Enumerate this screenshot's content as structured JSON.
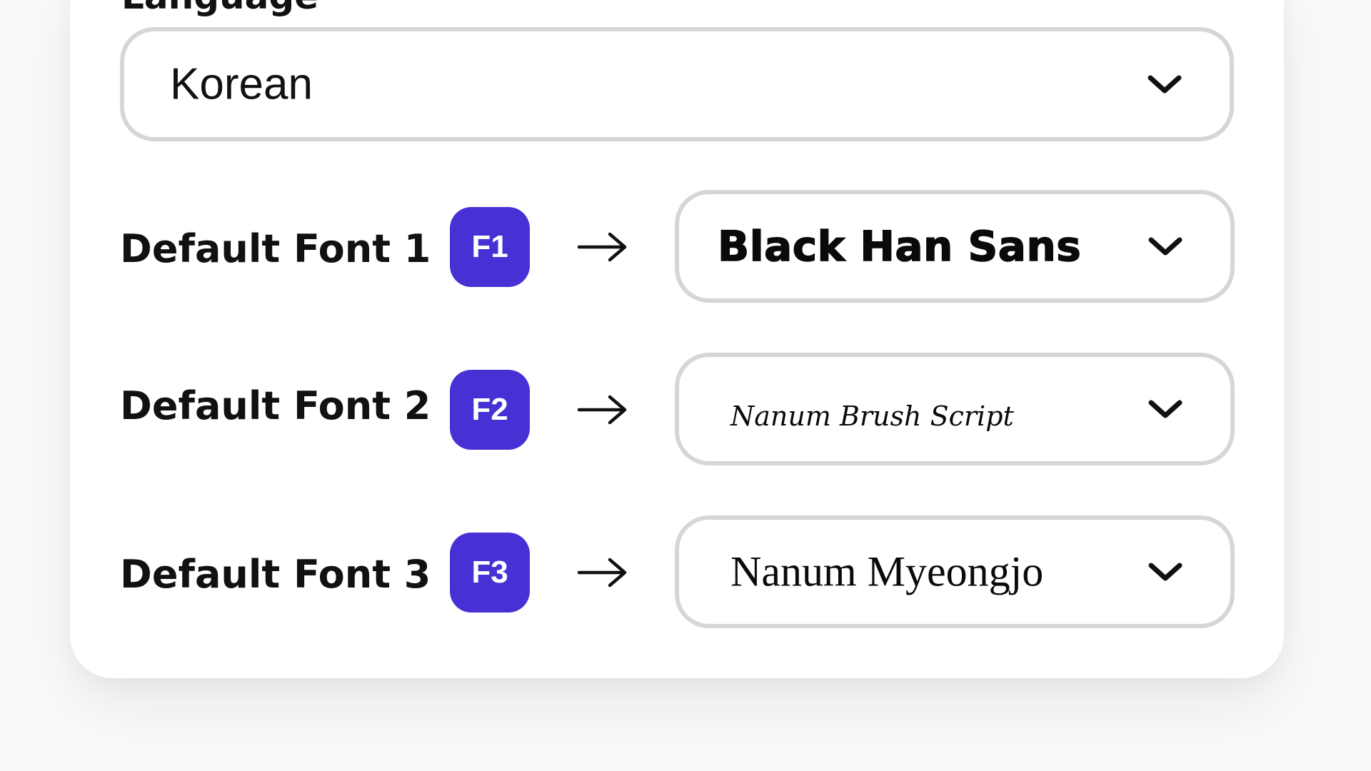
{
  "language": {
    "label": "Language",
    "selected": "Korean"
  },
  "default_fonts": [
    {
      "label": "Default Font 1",
      "badge": "F1",
      "font": "Black Han Sans"
    },
    {
      "label": "Default Font 2",
      "badge": "F2",
      "font": "Nanum Brush Script"
    },
    {
      "label": "Default Font 3",
      "badge": "F3",
      "font": "Nanum Myeongjo"
    }
  ],
  "icons": {
    "dropdown": "chevron-down-icon",
    "mapping": "arrow-right-icon"
  },
  "colors": {
    "badge": "#4831d4",
    "border": "#d6d6d6",
    "text": "#111111"
  }
}
